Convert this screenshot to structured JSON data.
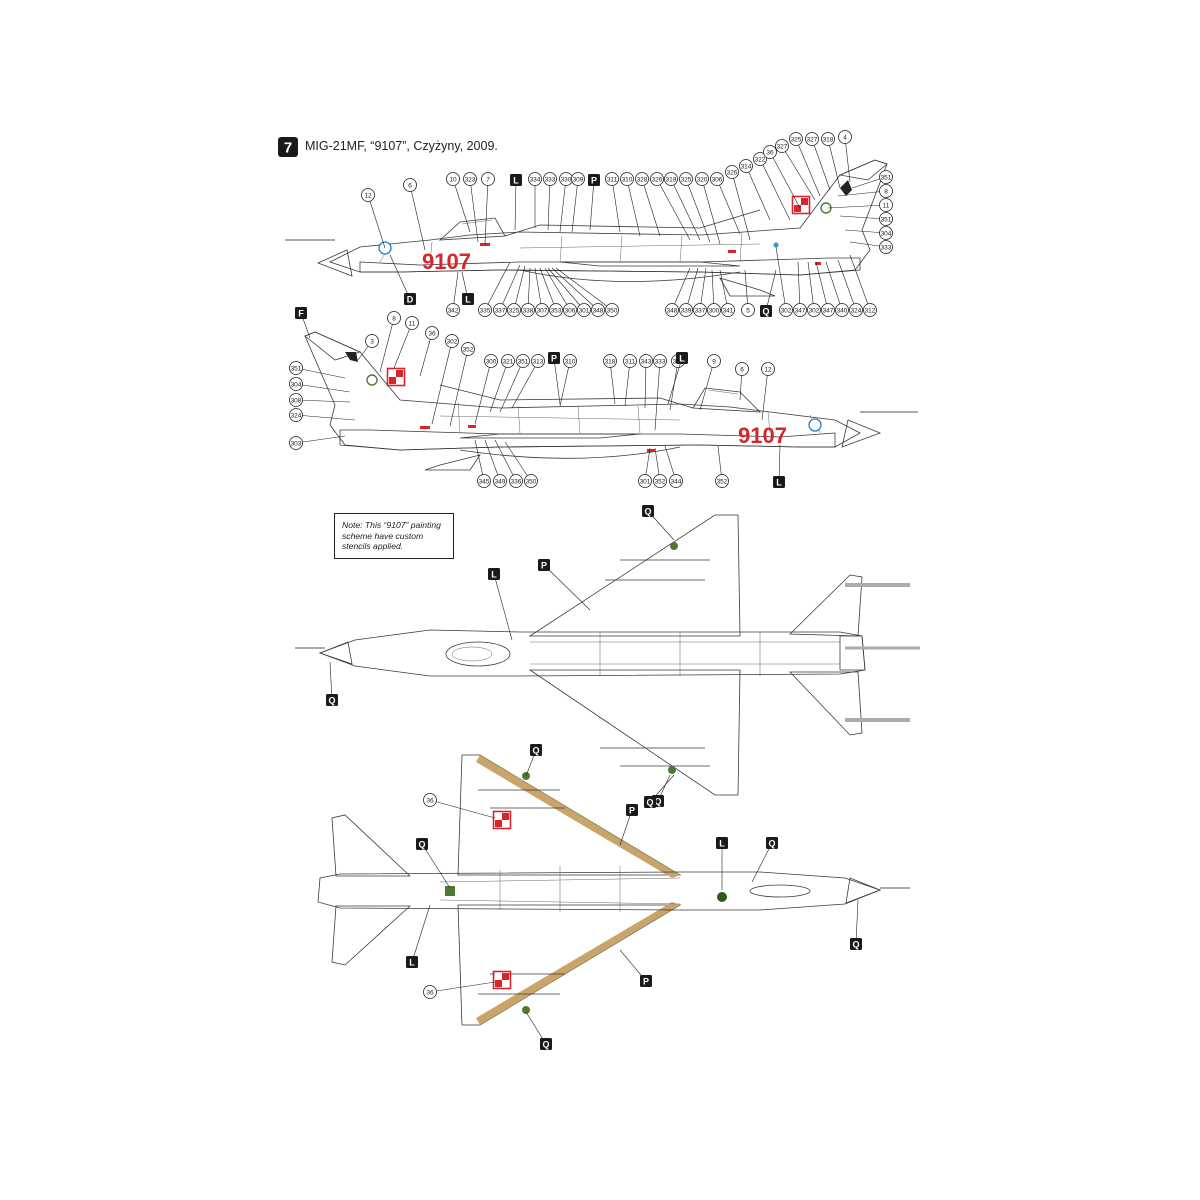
{
  "header": {
    "profile_number": "7",
    "title": "MIG-21MF, “9107”, Czyżyny, 2009."
  },
  "note": "Note: This “9107” painting scheme have custom stencils applied.",
  "aircraft": {
    "serial": "9107",
    "colors": {
      "sand": "#c9a56a",
      "sand_dark": "#a98451",
      "grey": "#a8adb3",
      "grey_dark": "#7d838a",
      "green": "#4d7a32",
      "red": "#d7262b",
      "line": "#3a3a3a"
    }
  },
  "views": {
    "left_profile": {
      "callouts": [
        "12",
        "6",
        "10",
        "323",
        "7",
        "334",
        "333",
        "330",
        "309",
        "311",
        "310",
        "328",
        "326",
        "319",
        "325",
        "320",
        "306",
        "326",
        "314",
        "322",
        "36",
        "327",
        "325",
        "327",
        "318",
        "4",
        "351",
        "8",
        "11",
        "351",
        "304",
        "333"
      ],
      "callouts_bottom": [
        "342",
        "335",
        "337",
        "325",
        "338",
        "307",
        "353",
        "306",
        "301",
        "348",
        "350",
        "348",
        "339",
        "337",
        "300",
        "341",
        "5",
        "302",
        "347",
        "302",
        "347",
        "340",
        "324",
        "312"
      ],
      "letters": [
        "L",
        "P",
        "D",
        "L",
        "Q"
      ]
    },
    "right_profile": {
      "callouts_left": [
        "351",
        "304",
        "308",
        "324",
        "303"
      ],
      "callouts_top": [
        "3",
        "8",
        "11",
        "36",
        "302",
        "352",
        "300",
        "321",
        "351",
        "313",
        "310",
        "318",
        "311",
        "343",
        "333",
        "317",
        "9",
        "6",
        "12"
      ],
      "callouts_bottom": [
        "345",
        "349",
        "336",
        "350",
        "301",
        "352",
        "344",
        "352"
      ],
      "letters": [
        "F",
        "P",
        "L",
        "L"
      ]
    },
    "top_view": {
      "letters": [
        "Q",
        "P",
        "L",
        "Q",
        "Q"
      ]
    },
    "bottom_view": {
      "callouts": [
        "36",
        "36"
      ],
      "letters": [
        "Q",
        "P",
        "Q",
        "Q",
        "L",
        "Q",
        "L",
        "P",
        "Q"
      ]
    }
  }
}
